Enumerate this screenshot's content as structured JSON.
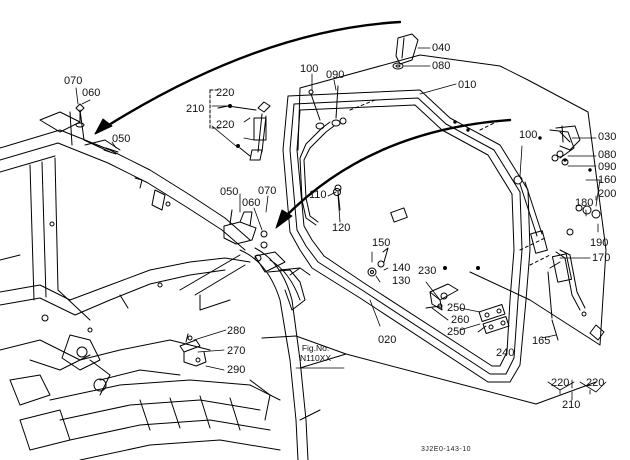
{
  "diagram": {
    "labels": {
      "p010": "010",
      "p020": "020",
      "p030": "030",
      "p040": "040",
      "p050a": "050",
      "p050b": "050",
      "p060a": "060",
      "p060b": "060",
      "p070a": "070",
      "p070b": "070",
      "p080a": "080",
      "p080b": "080",
      "p090a": "090",
      "p090b": "090",
      "p100a": "100",
      "p100b": "100",
      "p110": "110",
      "p120": "120",
      "p130": "130",
      "p140": "140",
      "p150": "150",
      "p160": "160",
      "p165": "165",
      "p170": "170",
      "p180": "180",
      "p190": "190",
      "p200": "200",
      "p210a": "210",
      "p210b": "210",
      "p220a": "220",
      "p220b": "220",
      "p220c": "220",
      "p220d": "220",
      "p230": "230",
      "p240": "240",
      "p250a": "250",
      "p250b": "250",
      "p260": "260",
      "p270": "270",
      "p280": "280",
      "p290": "290"
    },
    "figure_ref": {
      "line1": "Fig.No.",
      "line2": "N110XX"
    },
    "drawing_code": "3J2E0-143-10",
    "line_color": "#000000"
  }
}
